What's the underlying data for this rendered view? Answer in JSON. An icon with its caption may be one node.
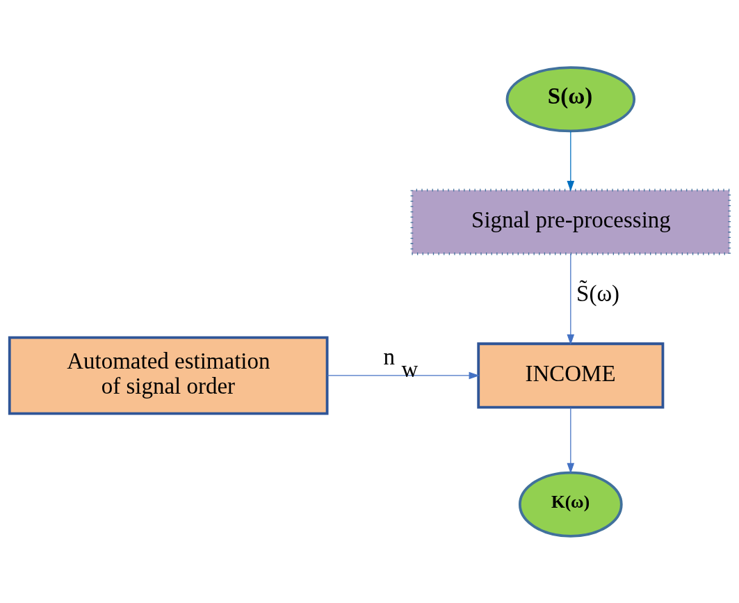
{
  "diagram": {
    "nodes": [
      {
        "text": [
          "S(ω)"
        ]
      },
      {
        "text": [
          "Signal pre-processing"
        ]
      },
      {
        "text": [
          "Automated estimation of signal order"
        ]
      },
      {
        "text": [
          "INCOME"
        ]
      },
      {
        "text": [
          "K(ω)"
        ]
      }
    ],
    "edges": [
      {
        "from": 0,
        "to": 1,
        "arrow": "to",
        "color": "#0070c0"
      },
      {
        "from": 1,
        "to": 3,
        "arrow": "to",
        "label": "S̃(ω)"
      },
      {
        "from": 2,
        "to": 3,
        "arrow": "to",
        "label": "n$_{w}$"
      },
      {
        "from": 3,
        "to": 4,
        "arrow": "to"
      }
    ]
  }
}
